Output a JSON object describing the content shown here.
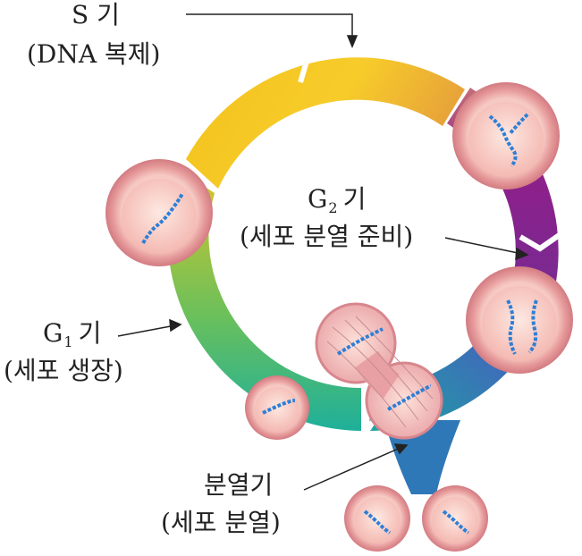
{
  "labels": {
    "s_phase": {
      "title": "S 기",
      "desc": "(DNA 복제)"
    },
    "g2_phase": {
      "letter": "G",
      "subscript": "2",
      "word": "기",
      "desc": "(세포 분열 준비)"
    },
    "g1_phase": {
      "letter": "G",
      "subscript": "1",
      "word": "기",
      "desc": "(세포 생장)"
    },
    "m_phase": {
      "title": "분열기",
      "desc": "(세포 분열)"
    }
  },
  "colors": {
    "s_phase": "#f5c518",
    "g2_phase": "#8e1f8a",
    "m_phase": "#1aa6a0",
    "g1_phase": "#9ccd45",
    "cell_outer": "#e8a0a0",
    "cell_inner": "#fbd9d2",
    "dna": "#2e7fd6"
  }
}
